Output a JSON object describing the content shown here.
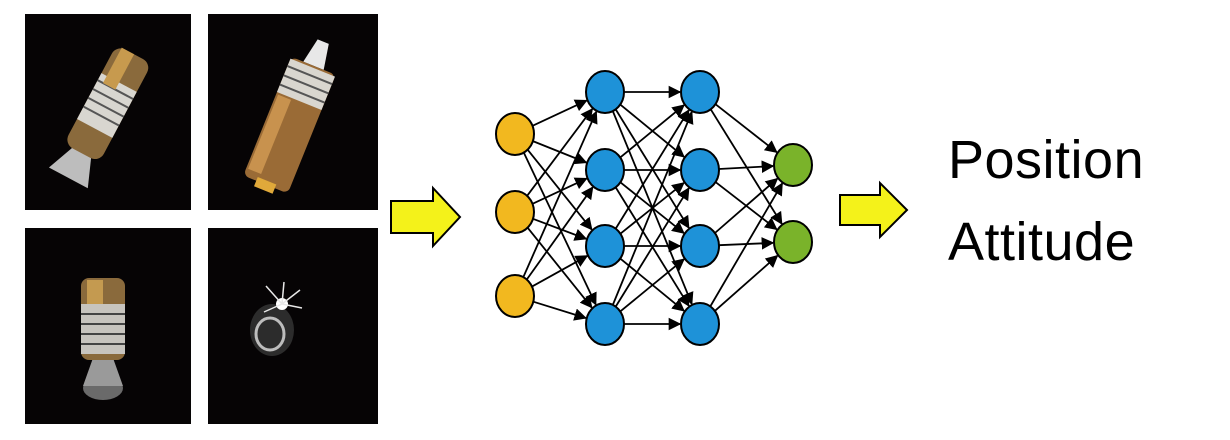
{
  "images": [
    {
      "name": "spacecraft-view-1"
    },
    {
      "name": "spacecraft-view-2"
    },
    {
      "name": "spacecraft-view-3"
    },
    {
      "name": "spacecraft-view-4"
    }
  ],
  "network": {
    "layer_sizes": [
      3,
      4,
      4,
      2
    ],
    "layer_colors": [
      "#f2b81f",
      "#1e92d8",
      "#1e92d8",
      "#7ab32a"
    ]
  },
  "arrow_color": "#f4f21a",
  "outputs": [
    "Position",
    "Attitude"
  ]
}
